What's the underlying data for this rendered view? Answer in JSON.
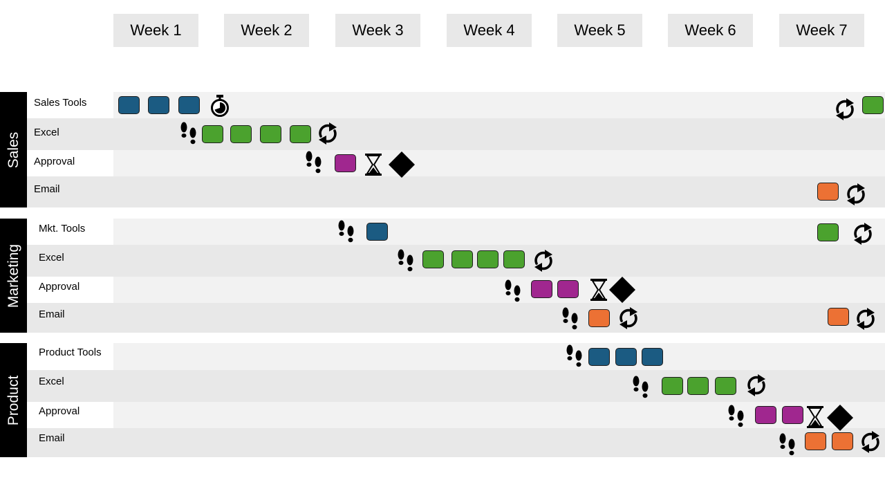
{
  "weeks": [
    "Week 1",
    "Week 2",
    "Week 3",
    "Week 4",
    "Week 5",
    "Week 6",
    "Week 7"
  ],
  "colors": {
    "blue": "#1b5b82",
    "green": "#4ba22e",
    "purple": "#a0278f",
    "orange": "#ec7134",
    "row_light": "#f2f2f2",
    "row_dark": "#e8e8e8"
  },
  "groups": [
    {
      "name": "Sales",
      "rows": [
        {
          "label": "Sales Tools"
        },
        {
          "label": "Excel"
        },
        {
          "label": "Approval"
        },
        {
          "label": "Email"
        }
      ]
    },
    {
      "name": "Marketing",
      "rows": [
        {
          "label": "Mkt. Tools"
        },
        {
          "label": "Excel"
        },
        {
          "label": "Approval"
        },
        {
          "label": "Email"
        }
      ]
    },
    {
      "name": "Product",
      "rows": [
        {
          "label": "Product Tools"
        },
        {
          "label": "Excel"
        },
        {
          "label": "Approval"
        },
        {
          "label": "Email"
        }
      ]
    }
  ]
}
